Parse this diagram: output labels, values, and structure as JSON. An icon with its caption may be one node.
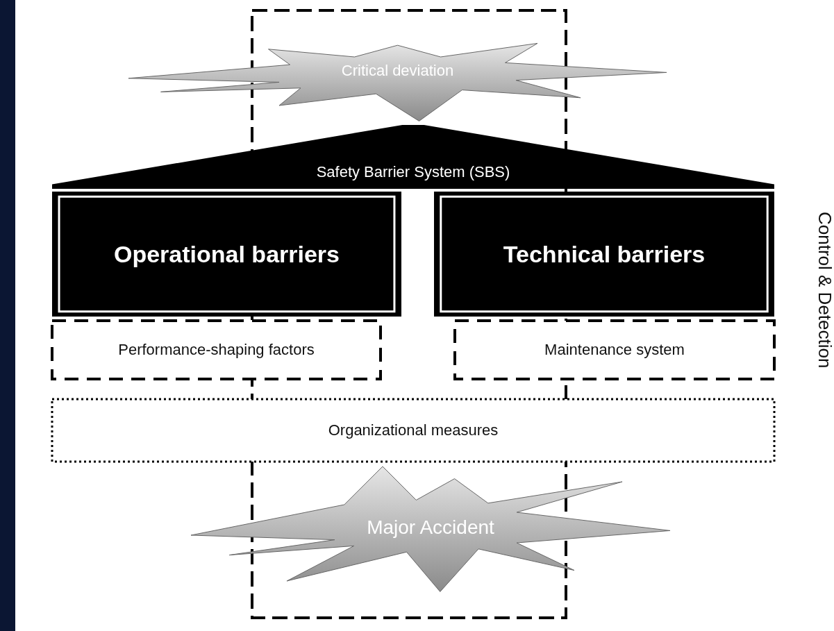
{
  "diagram": {
    "nodes": [
      {
        "text": [],
        "shape": "box"
      },
      {
        "text": [
          "Critical deviation"
        ]
      },
      {
        "text": [
          "Safety Barrier System (SBS)"
        ]
      },
      {
        "text": [
          "Operational barriers"
        ]
      },
      {
        "text": [
          "Technical barriers"
        ]
      },
      {
        "text": [
          "Performance-shaping factors"
        ]
      },
      {
        "text": [
          "Maintenance system"
        ]
      },
      {
        "text": [
          "Organizational measures"
        ]
      },
      {
        "text": [
          "Major Accident"
        ]
      }
    ],
    "edges": [],
    "labels": [
      "Control & Detection"
    ]
  }
}
